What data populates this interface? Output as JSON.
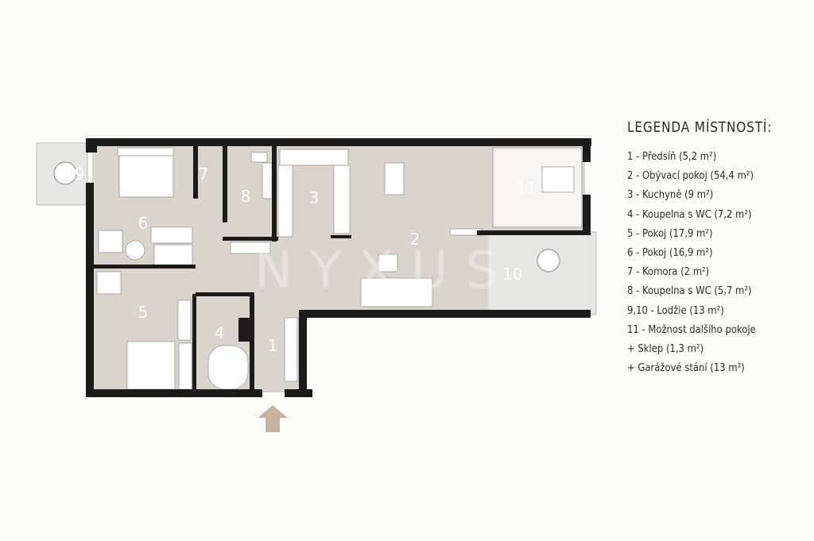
{
  "legend": {
    "title": "LEGENDA MÍSTNOSTÍ:",
    "items": [
      "1 - Předsíň (5,2 m²)",
      "2 - Obývací pokoj (54,4 m²)",
      "3 - Kuchyně (9 m²)",
      "4 - Koupelna s WC (7,2 m²)",
      "5 - Pokoj (17,9 m²)",
      "6 - Pokoj (16,9 m²)",
      "7 - Komora (2 m²)",
      "8 - Koupelna s WC (5,7 m²)",
      "9,10 - Lodžie (13 m²)",
      "11 - Možnost dalšího pokoje",
      "+ Sklep (1,3 m²)",
      "+ Garážové stání (13 m²)"
    ]
  },
  "plan": {
    "rooms": {
      "r1": "1",
      "r2": "2",
      "r3": "3",
      "r4": "4",
      "r5": "5",
      "r6": "6",
      "r7": "7",
      "r8": "8",
      "r9": "9",
      "r10": "10",
      "r11": "11"
    },
    "watermark": "NYXUS",
    "colors": {
      "wall": "#1b1b1b",
      "floor": "#d9d4cc",
      "loggia": "#e6e6e4",
      "entrance_arrow": "#c8b3a0"
    }
  }
}
